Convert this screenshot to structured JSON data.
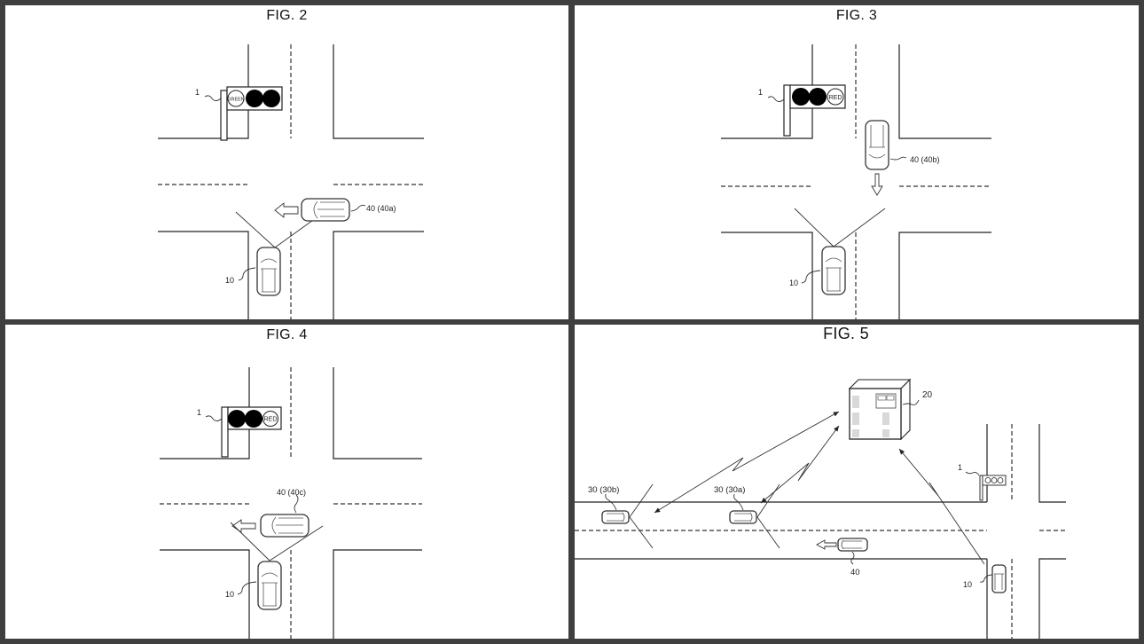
{
  "figures": [
    {
      "title": "FIG. 2",
      "labels": {
        "traffic_light": "1",
        "own_vehicle": "10",
        "other_vehicle": "40 (40a)"
      },
      "signal_text": "GREEN",
      "signal_state": "green"
    },
    {
      "title": "FIG. 3",
      "labels": {
        "traffic_light": "1",
        "own_vehicle": "10",
        "other_vehicle": "40 (40b)"
      },
      "signal_text": "RED",
      "signal_state": "red"
    },
    {
      "title": "FIG. 4",
      "labels": {
        "traffic_light": "1",
        "own_vehicle": "10",
        "other_vehicle": "40 (40c)"
      },
      "signal_text": "RED",
      "signal_state": "red"
    },
    {
      "title": "FIG. 5",
      "labels": {
        "server": "20",
        "traffic_light": "1",
        "probe_vehicle_b": "30 (30b)",
        "probe_vehicle_a": "30 (30a)",
        "other_vehicle": "40",
        "own_vehicle": "10"
      }
    }
  ]
}
